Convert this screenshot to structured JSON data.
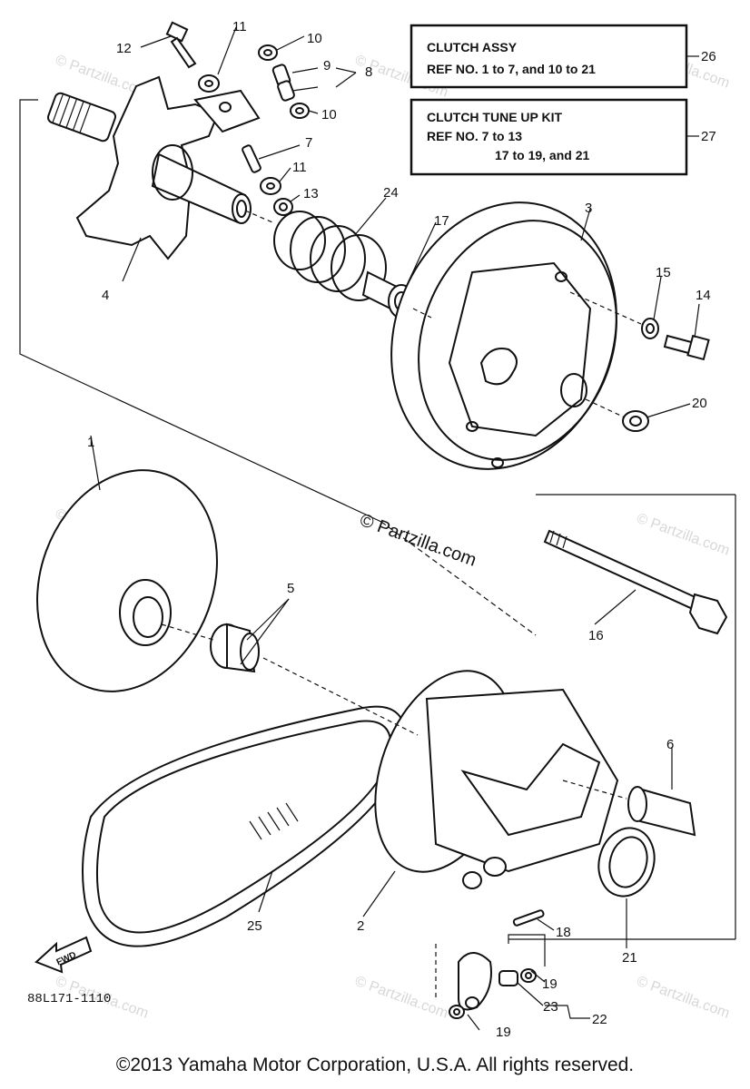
{
  "boxes": {
    "clutch_assy": {
      "line1": "CLUTCH ASSY",
      "line2": "REF NO. 1 to 7, and 10 to 21",
      "ref": "26"
    },
    "tune_up_kit": {
      "line1": "CLUTCH TUNE UP KIT",
      "line2": "REF NO. 7 to 13",
      "line3": "17 to 19, and 21",
      "ref": "27"
    }
  },
  "callouts": {
    "c1": "1",
    "c2": "2",
    "c3": "3",
    "c4": "4",
    "c5": "5",
    "c6": "6",
    "c7": "7",
    "c8": "8",
    "c9": "9",
    "c10a": "10",
    "c10b": "10",
    "c11a": "11",
    "c11b": "11",
    "c12": "12",
    "c13": "13",
    "c14": "14",
    "c15": "15",
    "c16": "16",
    "c17": "17",
    "c18": "18",
    "c19a": "19",
    "c19b": "19",
    "c20": "20",
    "c21": "21",
    "c22": "22",
    "c23": "23",
    "c24": "24",
    "c25": "25"
  },
  "fwd_label": "FWD",
  "diagram_code": "88L171-1110",
  "watermark_center": "© Partzilla.com",
  "watermark_corner": "© Partzilla.com",
  "copyright": "©2013 Yamaha Motor Corporation, U.S.A. All rights reserved."
}
